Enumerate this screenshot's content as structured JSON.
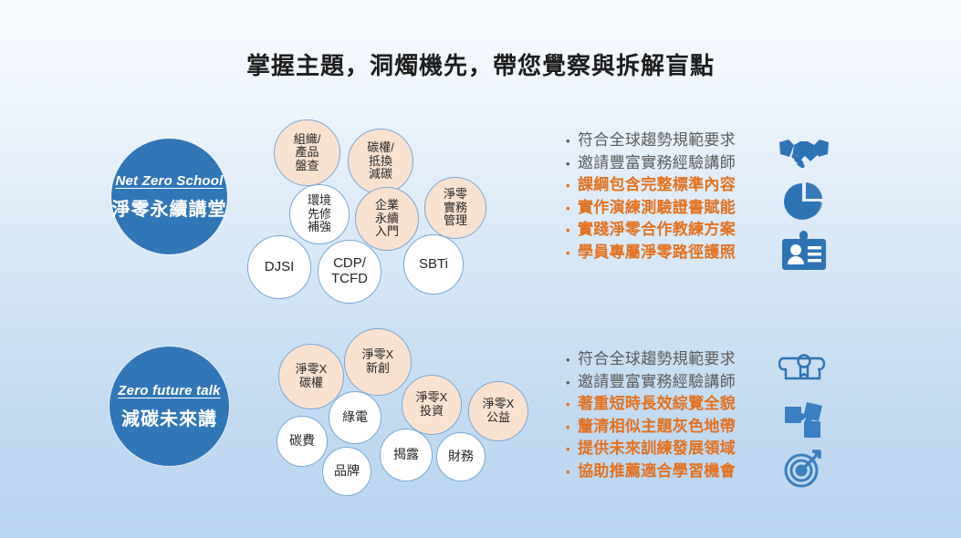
{
  "slide": {
    "title": "掌握主題，洞燭機先，帶您覺察與拆解盲點",
    "accent_color": "#e3711f",
    "brand_blue": "#3177b8",
    "bubble_peach": "#fae2d0",
    "bubble_white": "#ffffff"
  },
  "programs": [
    {
      "id": "net-zero-school",
      "en": "Net Zero School",
      "zh": "淨零永續講堂"
    },
    {
      "id": "zero-future-talk",
      "en": "Zero  future talk",
      "zh": "減碳未來講"
    }
  ],
  "cluster_top": {
    "bubbles": [
      {
        "label": "組織/\n產品\n盤查",
        "lines": [
          "組織/",
          "產品",
          "盤查"
        ],
        "style": "peach"
      },
      {
        "label": "碳權/\n抵換\n減碳",
        "lines": [
          "碳權/",
          "抵換",
          "減碳"
        ],
        "style": "peach"
      },
      {
        "label": "環境\n先修\n補強",
        "lines": [
          "環境",
          "先修",
          "補強"
        ],
        "style": "white"
      },
      {
        "label": "企業\n永續\n入門",
        "lines": [
          "企業",
          "永續",
          "入門"
        ],
        "style": "peach"
      },
      {
        "label": "淨零\n實務\n管理",
        "lines": [
          "淨零",
          "實務",
          "管理"
        ],
        "style": "peach"
      },
      {
        "label": "DJSI",
        "lines": [
          "DJSI"
        ],
        "style": "white"
      },
      {
        "label": "CDP/\nTCFD",
        "lines": [
          "CDP/",
          "TCFD"
        ],
        "style": "white"
      },
      {
        "label": "SBTi",
        "lines": [
          "SBTi"
        ],
        "style": "white"
      }
    ]
  },
  "cluster_bottom": {
    "bubbles": [
      {
        "label": "淨零X\n碳權",
        "lines": [
          "淨零X",
          "碳權"
        ],
        "style": "peach"
      },
      {
        "label": "淨零X\n新創",
        "lines": [
          "淨零X",
          "新創"
        ],
        "style": "peach"
      },
      {
        "label": "淨零X\n投資",
        "lines": [
          "淨零X",
          "投資"
        ],
        "style": "peach"
      },
      {
        "label": "淨零X\n公益",
        "lines": [
          "淨零X",
          "公益"
        ],
        "style": "peach"
      },
      {
        "label": "綠電",
        "lines": [
          "綠電"
        ],
        "style": "white"
      },
      {
        "label": "碳費",
        "lines": [
          "碳費"
        ],
        "style": "white"
      },
      {
        "label": "品牌",
        "lines": [
          "品牌"
        ],
        "style": "white"
      },
      {
        "label": "揭露",
        "lines": [
          "揭露"
        ],
        "style": "white"
      },
      {
        "label": "財務",
        "lines": [
          "財務"
        ],
        "style": "white"
      }
    ]
  },
  "benefits_top": {
    "bullet_char": "•",
    "items": [
      {
        "text": "符合全球趨勢規範要求",
        "emphasis": false
      },
      {
        "text": "邀請豐富實務經驗講師",
        "emphasis": false
      },
      {
        "text": "課綱包含完整標準內容",
        "emphasis": true
      },
      {
        "text": "實作演練測驗證書賦能",
        "emphasis": true
      },
      {
        "text": "實踐淨零合作教練方案",
        "emphasis": true
      },
      {
        "text": "學員專屬淨零路徑護照",
        "emphasis": true
      }
    ],
    "icons": [
      "handshake-icon",
      "pie-chart-icon",
      "id-badge-icon"
    ]
  },
  "benefits_bottom": {
    "bullet_char": "•",
    "items": [
      {
        "text": "符合全球趨勢規範要求",
        "emphasis": false
      },
      {
        "text": "邀請豐富實務經驗講師",
        "emphasis": false
      },
      {
        "text": "著重短時長效綜覽全貌",
        "emphasis": true
      },
      {
        "text": "釐清相似主題灰色地帶",
        "emphasis": true
      },
      {
        "text": "提供未來訓練發展領域",
        "emphasis": true
      },
      {
        "text": "協助推薦適合學習機會",
        "emphasis": true
      }
    ],
    "icons": [
      "certificate-icon",
      "puzzle-icon",
      "target-icon"
    ]
  }
}
